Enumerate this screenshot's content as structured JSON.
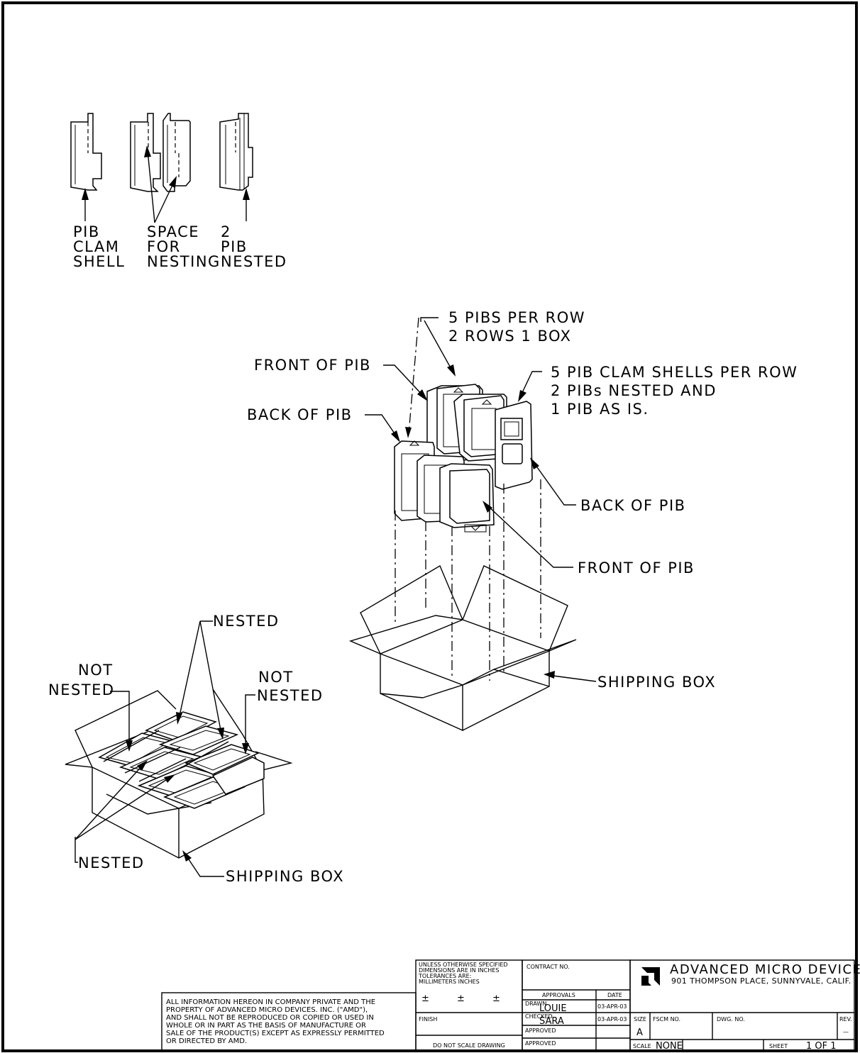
{
  "detail_labels": {
    "pib_clam_shell": [
      "PIB",
      "CLAM",
      "SHELL"
    ],
    "space_for_nesting": [
      "SPACE",
      "FOR",
      "NESTING"
    ],
    "pib_nested": [
      "2",
      "PIB",
      "NESTED"
    ]
  },
  "exploded_view": {
    "pibs_per_row": [
      "5 PIBS PER ROW",
      "2 ROWS 1 BOX"
    ],
    "front_of_pib_top": "FRONT OF PIB",
    "back_of_pib_left": "BACK OF PIB",
    "clam_shells_note": [
      "5 PIB CLAM SHELLS PER ROW",
      "2 PIBs NESTED AND",
      "1 PIB AS IS."
    ],
    "back_of_pib_right": "BACK OF PIB",
    "front_of_pib_bottom": "FRONT OF PIB",
    "shipping_box": "SHIPPING BOX"
  },
  "packed_view": {
    "nested_top": "NESTED",
    "not_nested_left": [
      "NOT",
      "NESTED"
    ],
    "not_nested_right": [
      "NOT",
      "NESTED"
    ],
    "nested_bottom": "NESTED",
    "shipping_box": "SHIPPING BOX"
  },
  "title_block": {
    "proprietary_notice": [
      "ALL INFORMATION HEREON IN COMPANY PRIVATE AND THE",
      "PROPERTY OF ADVANCED MICRO DEVICES. INC. (\"AMD\"),",
      "AND SHALL NOT BE REPRODUCED OR COPIED OR USED IN",
      "WHOLE OR IN PART AS THE BASIS OF MANUFACTURE OR",
      "SALE OF THE PRODUCT(S) EXCEPT AS EXPRESSLY PERMITTED",
      "OR DIRECTED BY AMD."
    ],
    "tolerance_note": [
      "UNLESS OTHERWISE SPECIFIED",
      "DIMENSIONS ARE IN INCHES",
      "TOLERANCES ARE:",
      "MILLIMETERS    INCHES"
    ],
    "plus_minus": "±",
    "finish_label": "FINISH",
    "do_not_scale": "DO NOT SCALE DRAWING",
    "contract_no_label": "CONTRACT NO.",
    "approvals_label": "APPROVALS",
    "date_label": "DATE",
    "drawn_label": "DRAWN",
    "drawn_by": "LOUIE",
    "drawn_date": "03-APR-03",
    "checked_label": "CHECKED",
    "checked_by": "SARA",
    "checked_date": "03-APR-03",
    "approved_label_1": "APPROVED",
    "approved_label_2": "APPROVED",
    "company_name": "ADVANCED MICRO DEVICES",
    "company_address": "901 THOMPSON PLACE, SUNNYVALE, CALIF.",
    "size_label": "SIZE",
    "size_value": "A",
    "fscm_label": "FSCM NO.",
    "dwg_label": "DWG. NO.",
    "rev_label": "REV.",
    "rev_value": "—",
    "scale_label": "SCALE",
    "scale_value": "NONE",
    "sheet_label": "SHEET",
    "sheet_value": "1 OF 1"
  }
}
